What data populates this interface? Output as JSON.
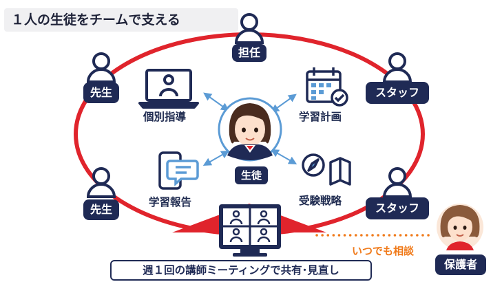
{
  "title": "１人の生徒をチームで支える",
  "roles": {
    "tannin": "担任",
    "sensei_top": "先生",
    "sensei_bottom": "先生",
    "staff_top": "スタッフ",
    "staff_bottom": "スタッフ",
    "student": "生徒",
    "guardian": "保護者"
  },
  "activities": {
    "individual_guidance": "個別指導",
    "study_plan": "学習計画",
    "study_report": "学習報告",
    "exam_strategy": "受験戦略"
  },
  "consult_label": "いつでも相談",
  "meeting_label": "週１回の講師ミーティングで共有･見直し",
  "colors": {
    "navy": "#1f2a55",
    "red": "#e0242c",
    "orange": "#f07a1a",
    "blue_arrow": "#5b9bd5"
  },
  "icons": [
    "person-icon",
    "laptop-video-icon",
    "calendar-check-icon",
    "chat-phone-icon",
    "compass-map-icon",
    "video-meeting-monitor-icon"
  ]
}
